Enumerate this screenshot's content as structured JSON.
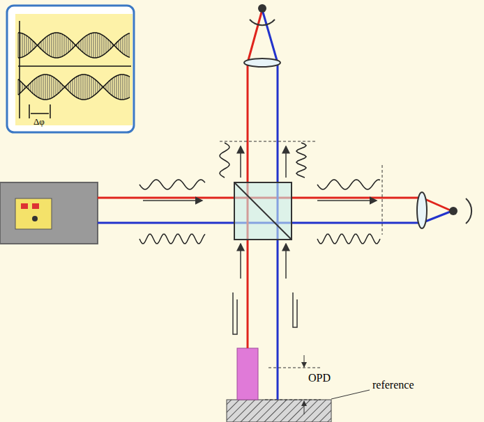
{
  "diagram": {
    "labels": [
      "Δφ",
      "OPD",
      "reference"
    ]
  }
}
